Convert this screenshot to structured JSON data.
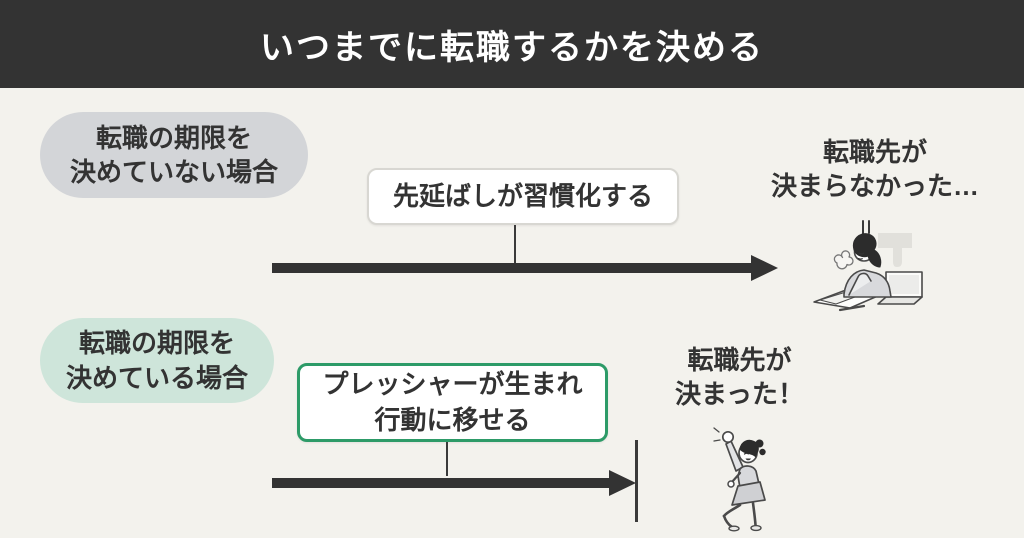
{
  "title": "いつまでに転職するかを決める",
  "scenarios": [
    {
      "id": "no-deadline",
      "label": "転職の期限を\n決めていない場合",
      "consequence": "先延ばしが習慣化する",
      "outcome": "転職先が\n決まらなかった…",
      "illustration": "worried-person-at-desk"
    },
    {
      "id": "with-deadline",
      "label": "転職の期限を\n決めている場合",
      "consequence": "プレッシャーが生まれ\n行動に移せる",
      "outcome": "転職先が\n決まった！",
      "illustration": "person-jumping-in-celebration"
    }
  ],
  "colors": {
    "background": "#f3f2ed",
    "header_bg": "#333333",
    "header_text": "#ffffff",
    "neutral_pill_bg": "#d3d5d8",
    "positive_pill_bg": "#cee5da",
    "accent_green": "#2d9b68",
    "box_border_gray": "#d8d7d2",
    "line_dark": "#3a3a3a",
    "text_dark": "#333333"
  }
}
